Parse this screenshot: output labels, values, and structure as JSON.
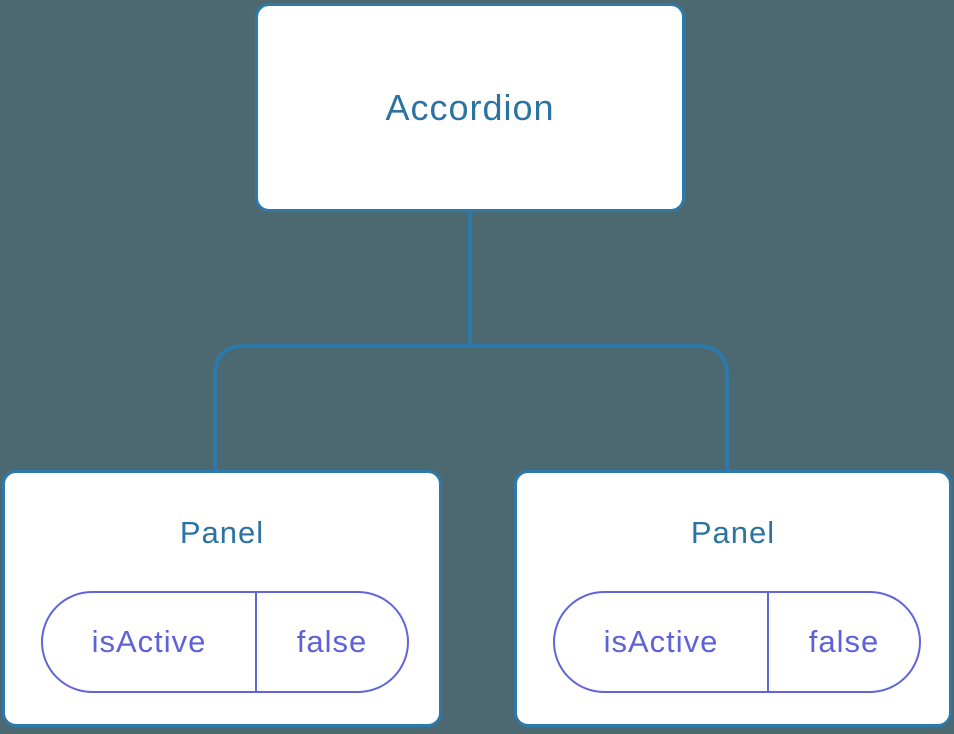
{
  "colors": {
    "background": "#4C6972",
    "line": "#2E79AB",
    "node_fill": "#FFFFFF",
    "node_label": "#2C73A4",
    "prop_accent": "#5E61D8"
  },
  "tree": {
    "root": {
      "label": "Accordion"
    },
    "children": [
      {
        "label": "Panel",
        "prop_name": "isActive",
        "prop_value": "false"
      },
      {
        "label": "Panel",
        "prop_name": "isActive",
        "prop_value": "false"
      }
    ]
  }
}
